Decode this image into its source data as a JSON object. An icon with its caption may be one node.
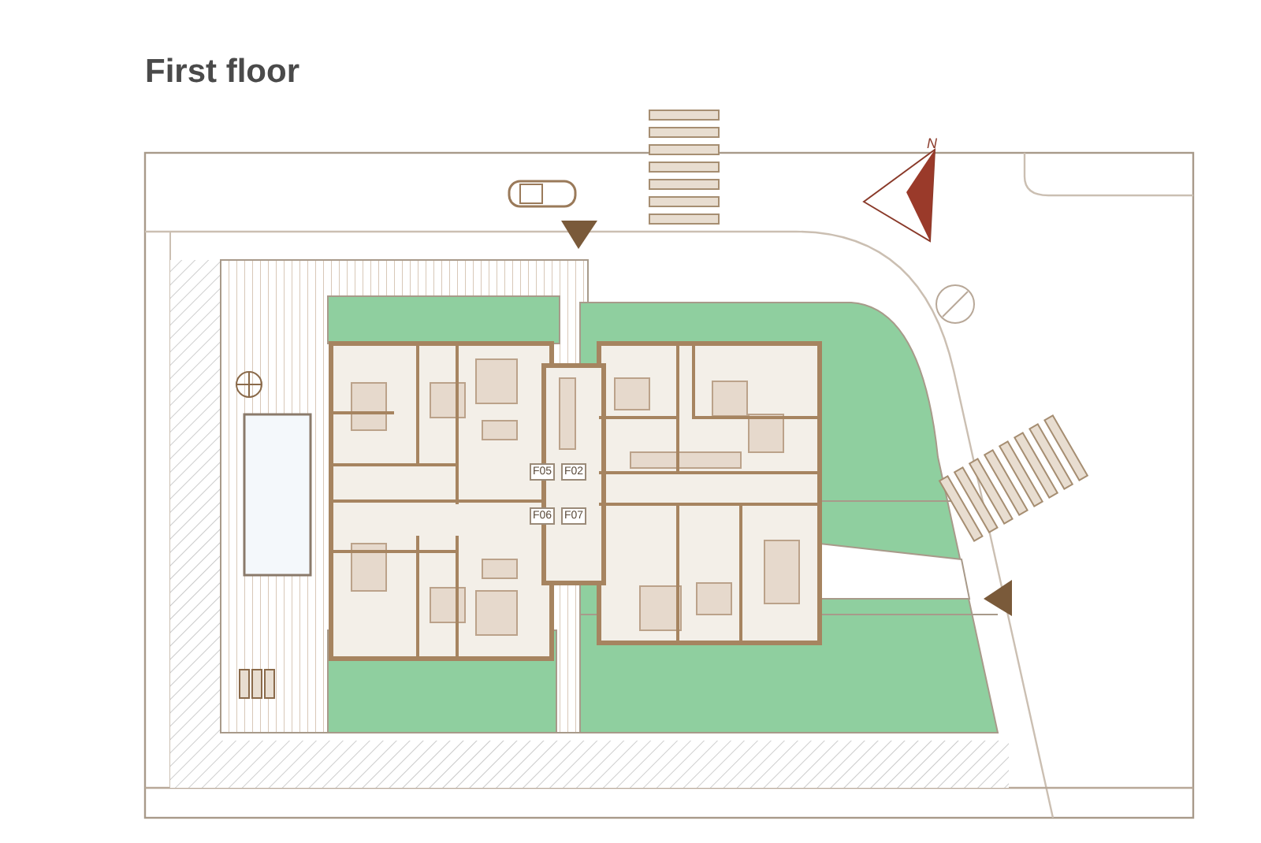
{
  "diagram": {
    "title": "First floor",
    "labels": [
      "N",
      "F05",
      "F02",
      "F06",
      "F07"
    ]
  }
}
